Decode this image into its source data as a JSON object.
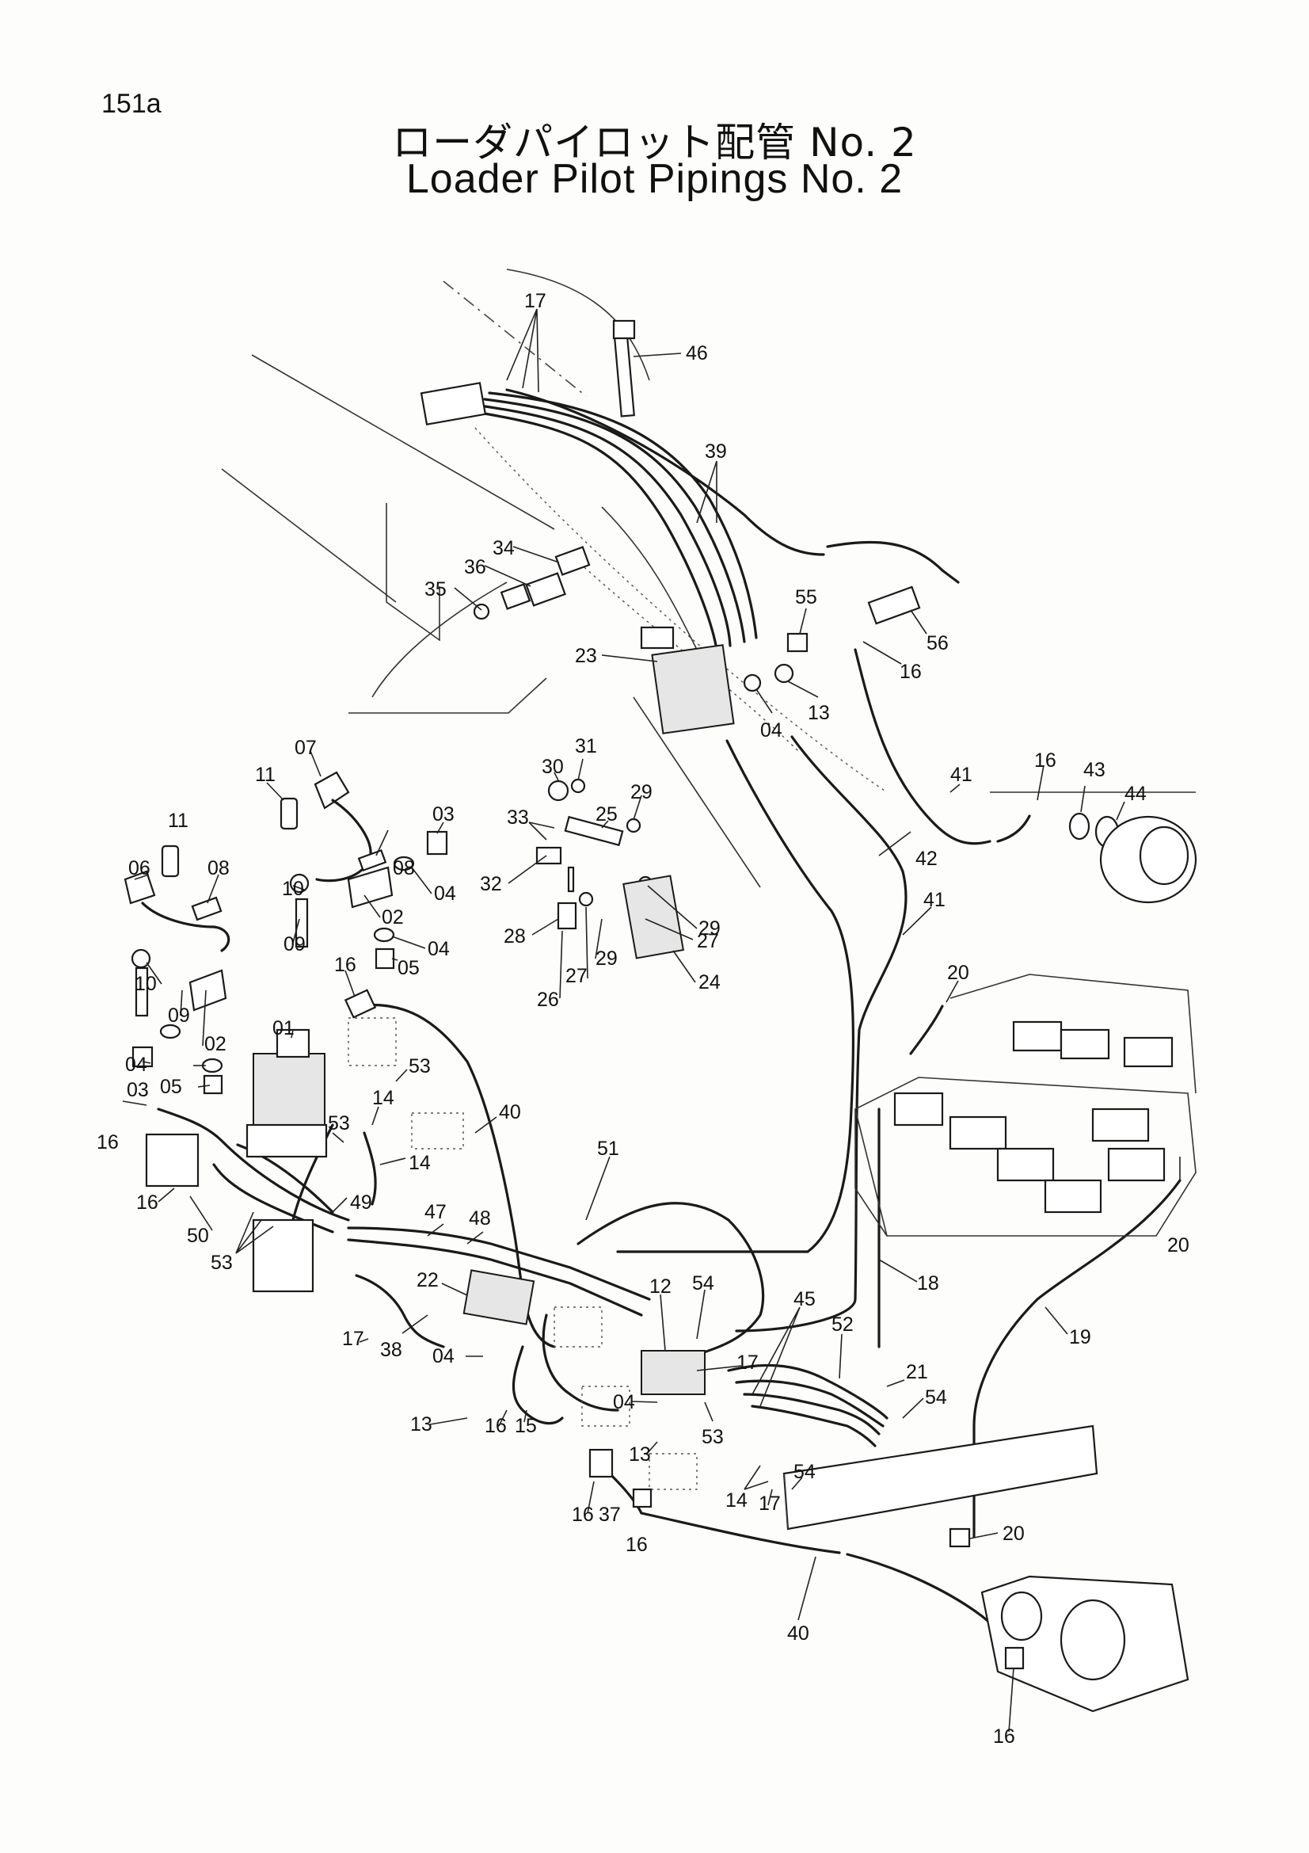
{
  "page": {
    "number": "151a",
    "title_ja": "ローダパイロット配管 No. 2",
    "title_en": "Loader Pilot Pipings No. 2"
  },
  "callouts": [
    {
      "id": "c1",
      "text": "17"
    },
    {
      "id": "c2",
      "text": "46"
    },
    {
      "id": "c3",
      "text": "39"
    },
    {
      "id": "c4",
      "text": "34"
    },
    {
      "id": "c5",
      "text": "36"
    },
    {
      "id": "c6",
      "text": "35"
    },
    {
      "id": "c7",
      "text": "55"
    },
    {
      "id": "c8",
      "text": "56"
    },
    {
      "id": "c9",
      "text": "23"
    },
    {
      "id": "c10",
      "text": "16"
    },
    {
      "id": "c11",
      "text": "04"
    },
    {
      "id": "c12",
      "text": "13"
    },
    {
      "id": "c13",
      "text": "07"
    },
    {
      "id": "c14",
      "text": "11"
    },
    {
      "id": "c15",
      "text": "31"
    },
    {
      "id": "c16",
      "text": "30"
    },
    {
      "id": "c17",
      "text": "16"
    },
    {
      "id": "c18",
      "text": "43"
    },
    {
      "id": "c19",
      "text": "44"
    },
    {
      "id": "c20",
      "text": "41"
    },
    {
      "id": "c21",
      "text": "11"
    },
    {
      "id": "c22",
      "text": "03"
    },
    {
      "id": "c23",
      "text": "33"
    },
    {
      "id": "c24",
      "text": "25"
    },
    {
      "id": "c25",
      "text": "29"
    },
    {
      "id": "c26",
      "text": "06"
    },
    {
      "id": "c27",
      "text": "08"
    },
    {
      "id": "c28",
      "text": "08"
    },
    {
      "id": "c29",
      "text": "10"
    },
    {
      "id": "c30",
      "text": "04"
    },
    {
      "id": "c31",
      "text": "32"
    },
    {
      "id": "c32",
      "text": "27"
    },
    {
      "id": "c33",
      "text": "42"
    },
    {
      "id": "c34",
      "text": "02"
    },
    {
      "id": "c35",
      "text": "41"
    },
    {
      "id": "c36",
      "text": "09"
    },
    {
      "id": "c37",
      "text": "29"
    },
    {
      "id": "c38",
      "text": "28"
    },
    {
      "id": "c39",
      "text": "04"
    },
    {
      "id": "c40",
      "text": "24"
    },
    {
      "id": "c41",
      "text": "10"
    },
    {
      "id": "c42",
      "text": "05"
    },
    {
      "id": "c43",
      "text": "26"
    },
    {
      "id": "c44",
      "text": "27"
    },
    {
      "id": "c45",
      "text": "29"
    },
    {
      "id": "c46",
      "text": "20"
    },
    {
      "id": "c47",
      "text": "16"
    },
    {
      "id": "c48",
      "text": "09"
    },
    {
      "id": "c49",
      "text": "02"
    },
    {
      "id": "c50",
      "text": "01"
    },
    {
      "id": "c51",
      "text": "04"
    },
    {
      "id": "c52",
      "text": "53"
    },
    {
      "id": "c53",
      "text": "03"
    },
    {
      "id": "c54",
      "text": "05"
    },
    {
      "id": "c55",
      "text": "40"
    },
    {
      "id": "c56",
      "text": "14"
    },
    {
      "id": "c57",
      "text": "16"
    },
    {
      "id": "c58",
      "text": "53"
    },
    {
      "id": "c59",
      "text": "14"
    },
    {
      "id": "c60",
      "text": "51"
    },
    {
      "id": "c61",
      "text": "20"
    },
    {
      "id": "c62",
      "text": "16"
    },
    {
      "id": "c63",
      "text": "49"
    },
    {
      "id": "c64",
      "text": "47"
    },
    {
      "id": "c65",
      "text": "48"
    },
    {
      "id": "c66",
      "text": "50"
    },
    {
      "id": "c67",
      "text": "53"
    },
    {
      "id": "c68",
      "text": "22"
    },
    {
      "id": "c69",
      "text": "12"
    },
    {
      "id": "c70",
      "text": "54"
    },
    {
      "id": "c71",
      "text": "18"
    },
    {
      "id": "c72",
      "text": "45"
    },
    {
      "id": "c73",
      "text": "17"
    },
    {
      "id": "c74",
      "text": "38"
    },
    {
      "id": "c75",
      "text": "04"
    },
    {
      "id": "c76",
      "text": "17"
    },
    {
      "id": "c77",
      "text": "52"
    },
    {
      "id": "c78",
      "text": "19"
    },
    {
      "id": "c79",
      "text": "21"
    },
    {
      "id": "c80",
      "text": "54"
    },
    {
      "id": "c81",
      "text": "13"
    },
    {
      "id": "c82",
      "text": "16"
    },
    {
      "id": "c83",
      "text": "15"
    },
    {
      "id": "c84",
      "text": "04"
    },
    {
      "id": "c85",
      "text": "53"
    },
    {
      "id": "c86",
      "text": "13"
    },
    {
      "id": "c87",
      "text": "54"
    },
    {
      "id": "c88",
      "text": "14"
    },
    {
      "id": "c89",
      "text": "17"
    },
    {
      "id": "c90",
      "text": "16"
    },
    {
      "id": "c91",
      "text": "37"
    },
    {
      "id": "c92",
      "text": "20"
    },
    {
      "id": "c93",
      "text": "16"
    },
    {
      "id": "c94",
      "text": "40"
    },
    {
      "id": "c95",
      "text": "16"
    }
  ]
}
